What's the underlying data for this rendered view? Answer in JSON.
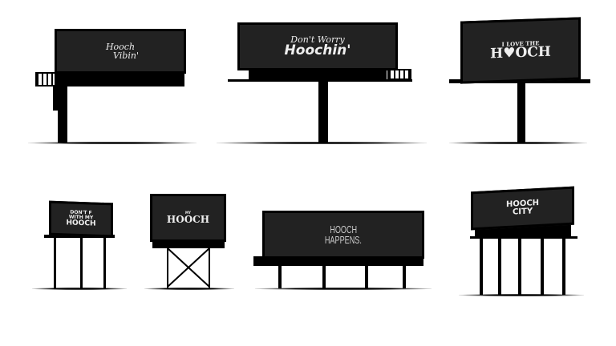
{
  "billboards": [
    {
      "text_line1": "Hooch",
      "text_line2": "Vibin'"
    },
    {
      "text_line1": "Don't Worry",
      "text_line2": "Hoochin'"
    },
    {
      "text_line1": "I LOVE THE",
      "text_line2": "H♥OCH"
    },
    {
      "text_line1": "DON'T F",
      "text_line2": "WITH MY",
      "text_line3": "HOOCH"
    },
    {
      "text_line1": "MY",
      "text_line2": "HOOCH"
    },
    {
      "text_line1": "HOOCH",
      "text_line2": "HAPPENS."
    },
    {
      "text_line1": "HOOCH",
      "text_line2": "CITY"
    }
  ],
  "colors": {
    "panel": "#222222",
    "structure": "#000000",
    "background": "#ffffff"
  }
}
